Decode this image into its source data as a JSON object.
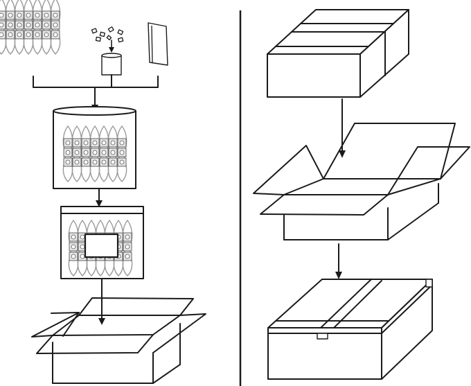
{
  "diagram": {
    "left_column": {
      "steps": [
        "module-strips",
        "accessory-bag",
        "manual",
        "drum",
        "labeled-bundle",
        "open-carton"
      ]
    },
    "right_column": {
      "steps": [
        "closed-outer-carton",
        "open-outer-carton",
        "taped-outer-carton"
      ]
    },
    "colors": {
      "line": "#1a1a1a",
      "background": "#ffffff",
      "module_fill": "#e6e6e6"
    },
    "icons": [
      "led-module-strip-icon",
      "connector-icon",
      "manual-icon",
      "drum-icon",
      "label-icon",
      "carton-icon",
      "tape-icon",
      "arrow-icon"
    ]
  }
}
